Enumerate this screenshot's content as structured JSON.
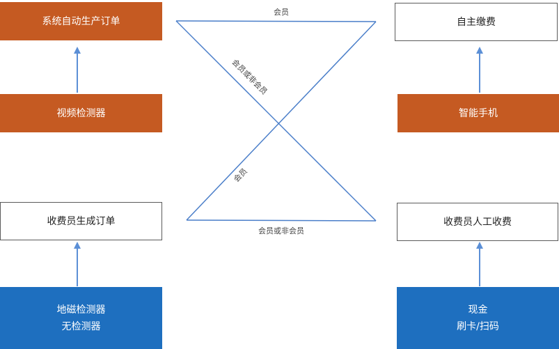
{
  "nodes": {
    "auto_order": "系统自动生产订单",
    "video_detector": "视频检测器",
    "collector_order": "收费员生成订单",
    "magnetic_detector": "地磁检测器",
    "no_detector": "无检测器",
    "self_payment": "自主缴费",
    "smartphone": "智能手机",
    "manual_collection": "收费员人工收费",
    "cash": "现金",
    "card_scan": "刷卡/扫码"
  },
  "edges": {
    "top_label": "会员",
    "diagonal_down_label": "会员或非会员",
    "diagonal_up_label": "会员",
    "bottom_label": "会员或非会员"
  },
  "colors": {
    "orange": "#c55a22",
    "blue": "#1e6fbf",
    "line": "#4a7ec9",
    "arrow": "#5b8fd6"
  }
}
